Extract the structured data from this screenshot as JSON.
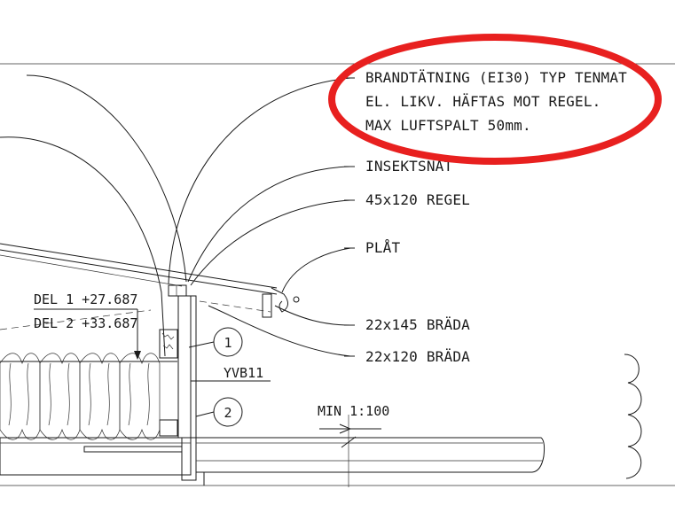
{
  "annotations": {
    "fire_seal_line1": "BRANDTÄTNING (EI30) TYP TENMAT",
    "fire_seal_line2": "EL. LIKV. HÄFTAS MOT REGEL.",
    "fire_seal_line3": "MAX LUFTSPALT 50mm.",
    "insect_net": "INSEKTSNÄT",
    "stud": "45x120 REGEL",
    "sheet_metal": "PLÅT",
    "board_145": "22x145 BRÄDA",
    "board_120": "22x120 BRÄDA",
    "del1": "DEL 1 +27.687",
    "del2": "DEL 2 +33.687",
    "yvb": "YVB11",
    "slope": "MIN 1:100",
    "callout_1": "1",
    "callout_2": "2"
  },
  "colors": {
    "highlight": "#e8201f",
    "ink": "#1a1a1a"
  }
}
